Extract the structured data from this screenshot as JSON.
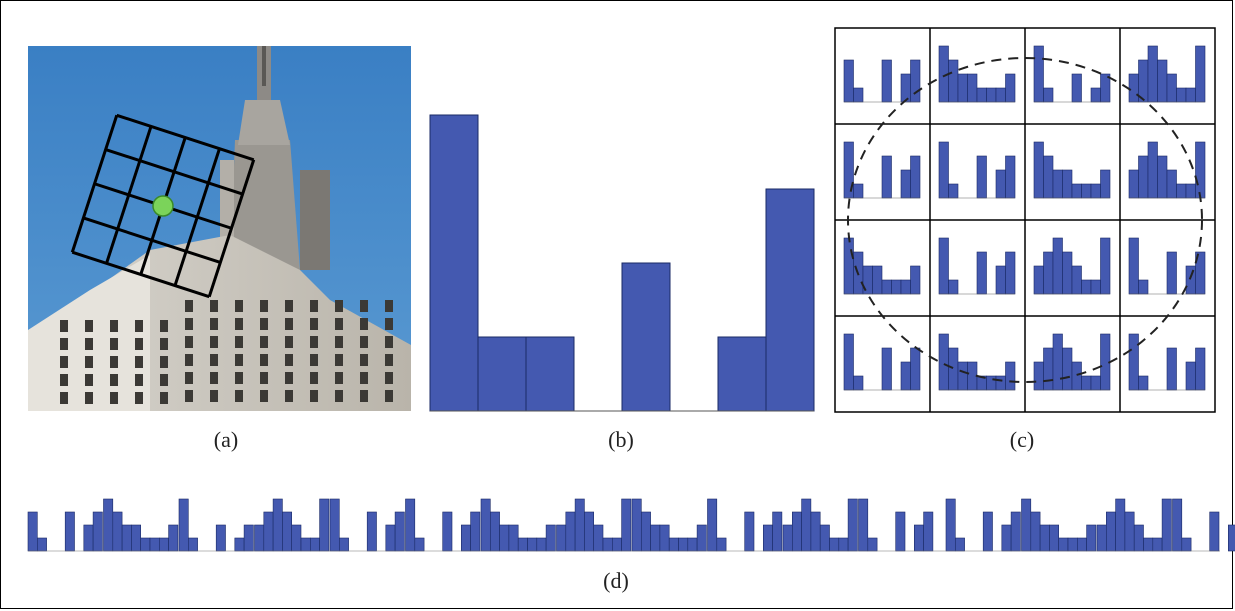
{
  "labels": {
    "a": "(a)",
    "b": "(b)",
    "c": "(c)",
    "d": "(d)"
  },
  "colors": {
    "bar": "#4459b0",
    "bar_stroke": "#1a2a66",
    "keypoint": "#7bd35a",
    "sky": "#3f86c8"
  },
  "orientation_histogram": [
    4,
    1,
    1,
    0,
    2,
    0,
    1,
    3
  ],
  "descriptor_cells": [
    [
      [
        3,
        1,
        0,
        0,
        3,
        0,
        2,
        3
      ],
      [
        4,
        3,
        2,
        2,
        1,
        1,
        1,
        2
      ],
      [
        4,
        1,
        0,
        0,
        2,
        0,
        1,
        2
      ],
      [
        2,
        3,
        4,
        3,
        2,
        1,
        1,
        4
      ]
    ],
    [
      [
        4,
        1,
        0,
        0,
        3,
        0,
        2,
        3
      ],
      [
        4,
        1,
        0,
        0,
        3,
        0,
        2,
        3
      ],
      [
        4,
        3,
        2,
        2,
        1,
        1,
        1,
        2
      ],
      [
        2,
        3,
        4,
        3,
        2,
        1,
        1,
        4
      ]
    ],
    [
      [
        4,
        3,
        2,
        2,
        1,
        1,
        1,
        2
      ],
      [
        4,
        1,
        0,
        0,
        3,
        0,
        2,
        3
      ],
      [
        2,
        3,
        4,
        3,
        2,
        1,
        1,
        4
      ],
      [
        4,
        1,
        0,
        0,
        3,
        0,
        2,
        3
      ]
    ],
    [
      [
        4,
        1,
        0,
        0,
        3,
        0,
        2,
        3
      ],
      [
        4,
        3,
        2,
        2,
        1,
        1,
        1,
        2
      ],
      [
        2,
        3,
        4,
        3,
        2,
        1,
        1,
        4
      ],
      [
        4,
        1,
        0,
        0,
        3,
        0,
        2,
        3
      ]
    ]
  ]
}
